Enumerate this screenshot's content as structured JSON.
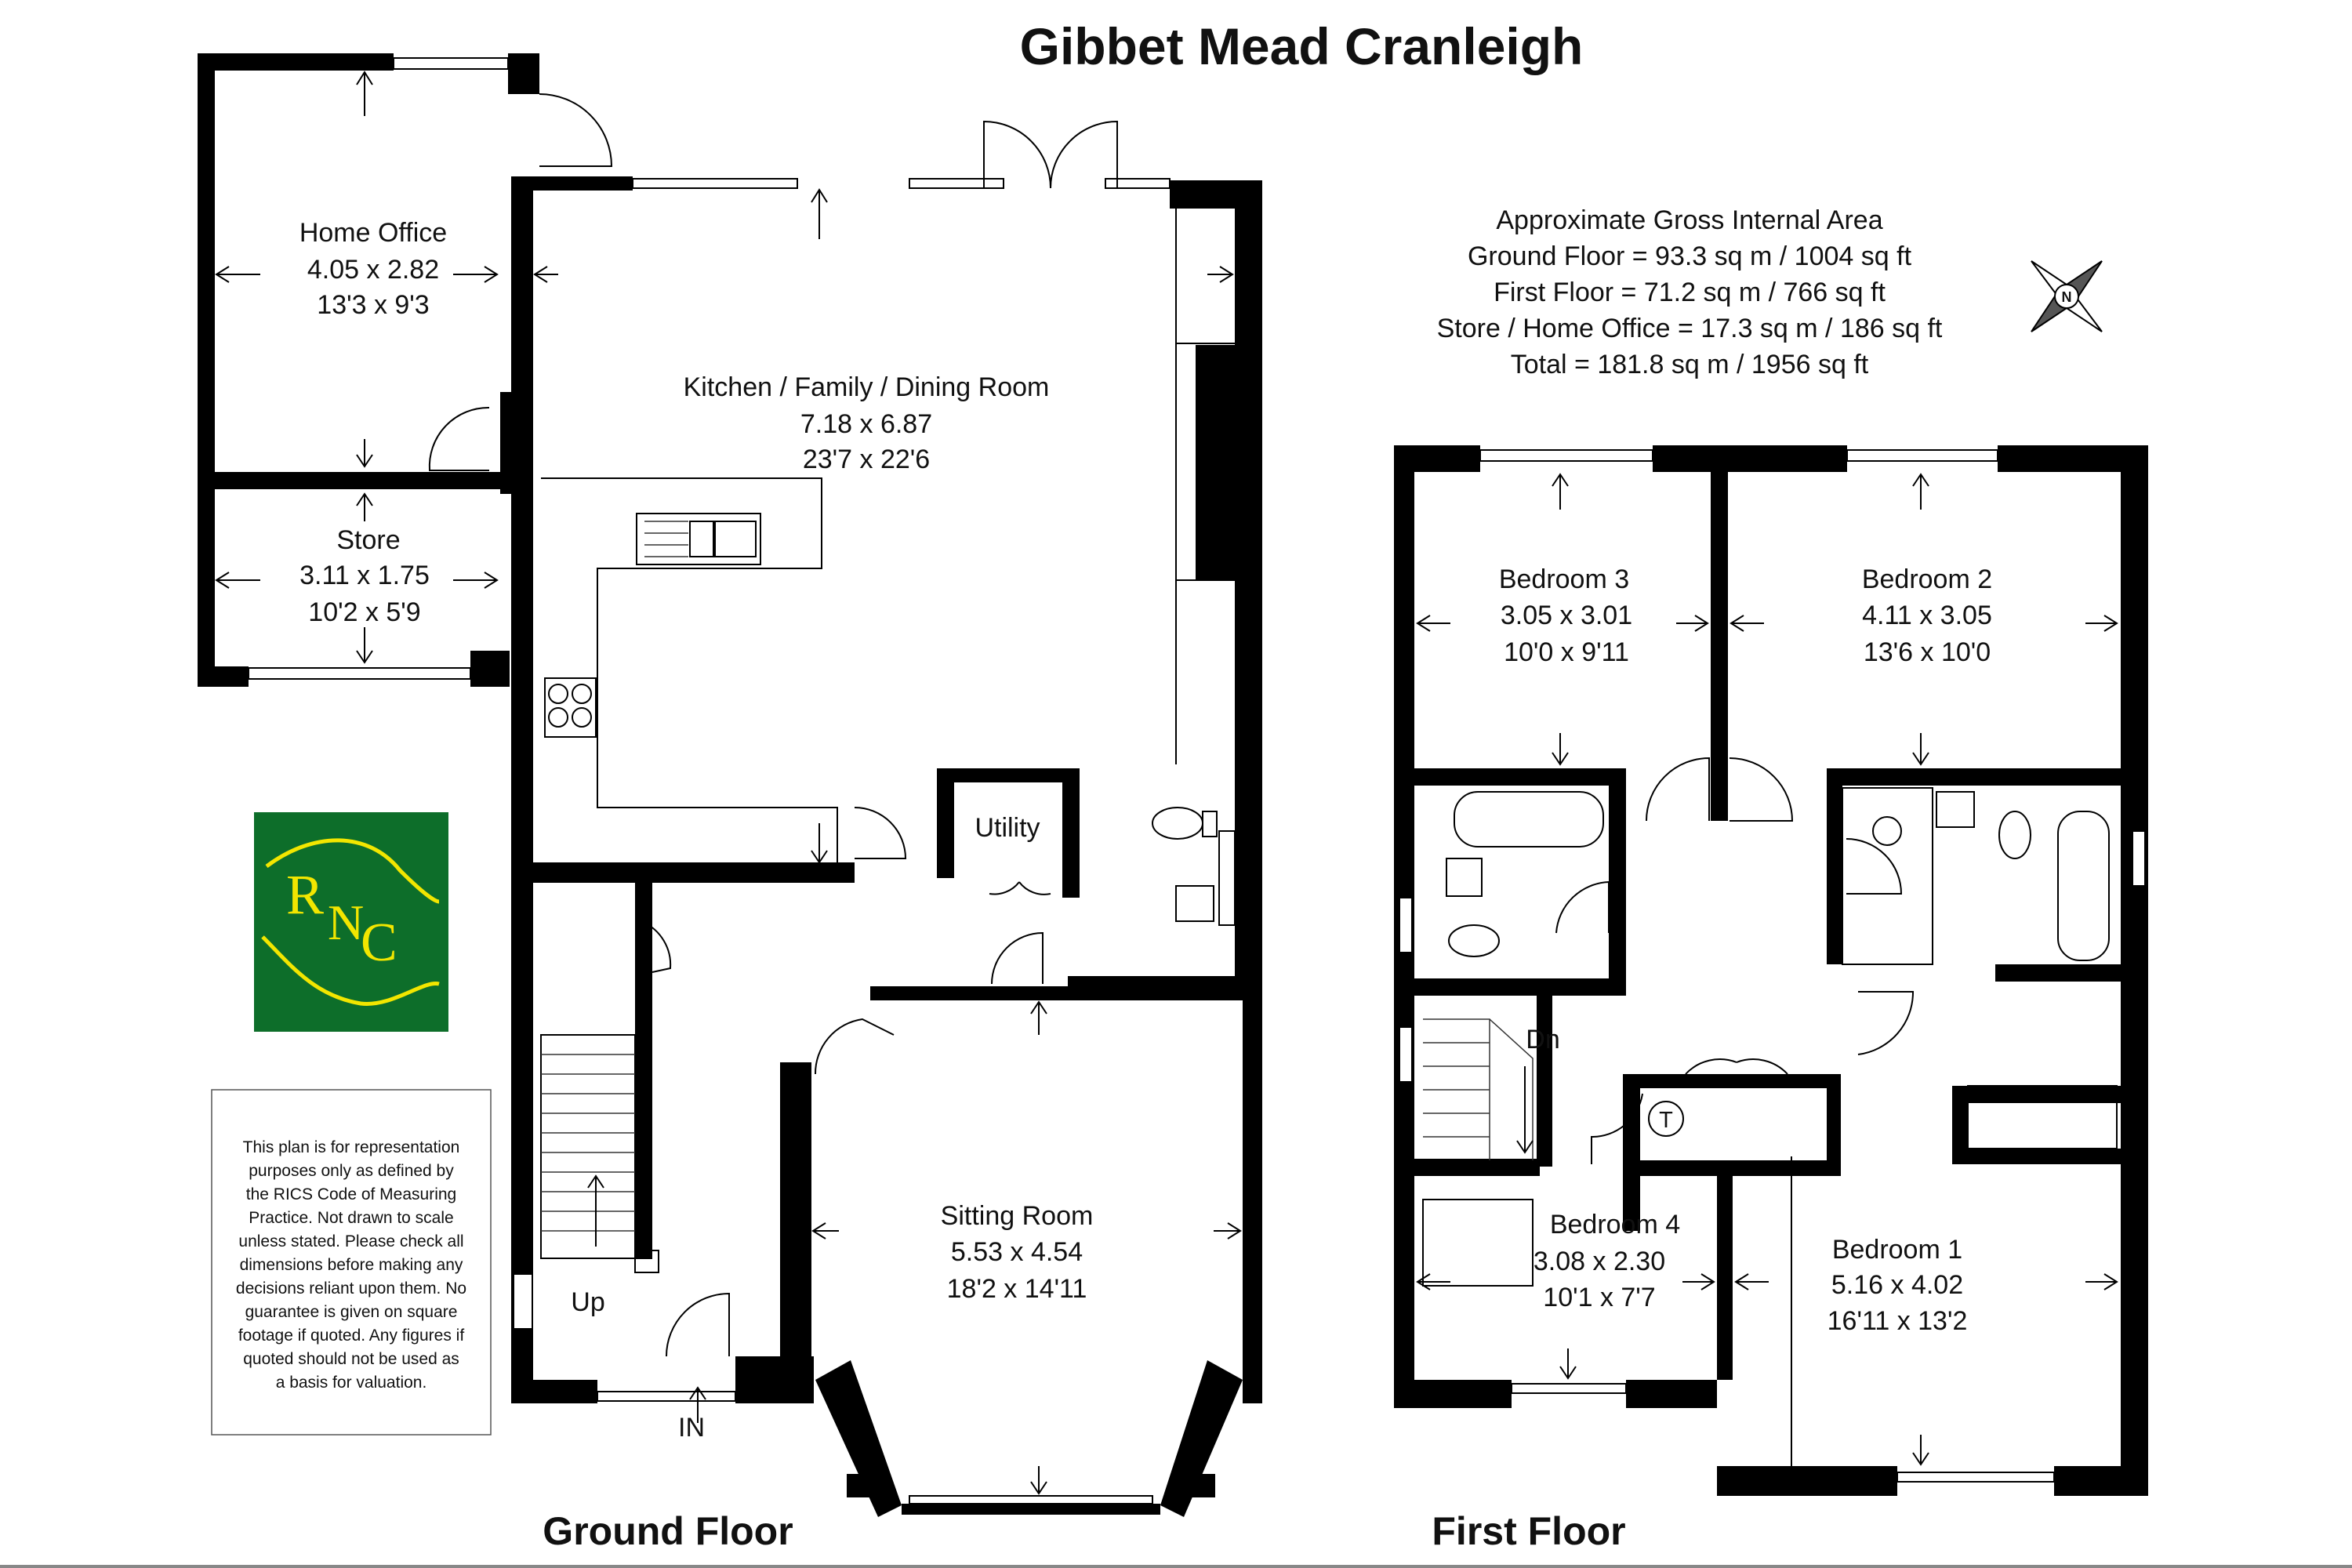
{
  "title": "Gibbet Mead Cranleigh",
  "floors": {
    "ground": "Ground Floor",
    "first": "First Floor"
  },
  "area_summary": {
    "heading": "Approximate Gross Internal Area",
    "lines": [
      "Ground Floor = 93.3 sq m / 1004 sq ft",
      "First Floor = 71.2 sq m / 766 sq ft",
      "Store / Home Office = 17.3 sq m / 186 sq ft",
      "Total = 181.8 sq m / 1956 sq ft"
    ]
  },
  "rooms": {
    "home_office": {
      "name": "Home Office",
      "metric": "4.05 x 2.82",
      "imperial": "13'3 x 9'3"
    },
    "store": {
      "name": "Store",
      "metric": "3.11 x 1.75",
      "imperial": "10'2 x 5'9"
    },
    "kitchen": {
      "name": "Kitchen / Family / Dining Room",
      "metric": "7.18 x 6.87",
      "imperial": "23'7 x 22'6"
    },
    "utility": {
      "name": "Utility"
    },
    "sitting": {
      "name": "Sitting Room",
      "metric": "5.53 x 4.54",
      "imperial": "18'2 x 14'11"
    },
    "bedroom3": {
      "name": "Bedroom 3",
      "metric": "3.05 x 3.01",
      "imperial": "10'0 x 9'11"
    },
    "bedroom2": {
      "name": "Bedroom 2",
      "metric": "4.11 x 3.05",
      "imperial": "13'6 x 10'0"
    },
    "bedroom4": {
      "name": "Bedroom 4",
      "metric": "3.08 x 2.30",
      "imperial": "10'1 x 7'7"
    },
    "bedroom1": {
      "name": "Bedroom 1",
      "metric": "5.16 x 4.02",
      "imperial": "16'11 x 13'2"
    }
  },
  "markers": {
    "up": "Up",
    "down": "Dn",
    "entrance": "IN",
    "tank": "T",
    "compass": "N"
  },
  "logo": {
    "text": [
      "R",
      "N",
      "C"
    ],
    "background": "#0d6e2a",
    "foreground": "#f2e600"
  },
  "disclaimer": [
    "This plan is for representation",
    "purposes only as defined by",
    "the RICS Code of Measuring",
    "Practice. Not drawn to scale",
    "unless stated. Please check all",
    "dimensions before making any",
    "decisions reliant upon them. No",
    "guarantee is given on square",
    "footage if quoted. Any figures if",
    "quoted should not be used as",
    "a basis for valuation."
  ]
}
